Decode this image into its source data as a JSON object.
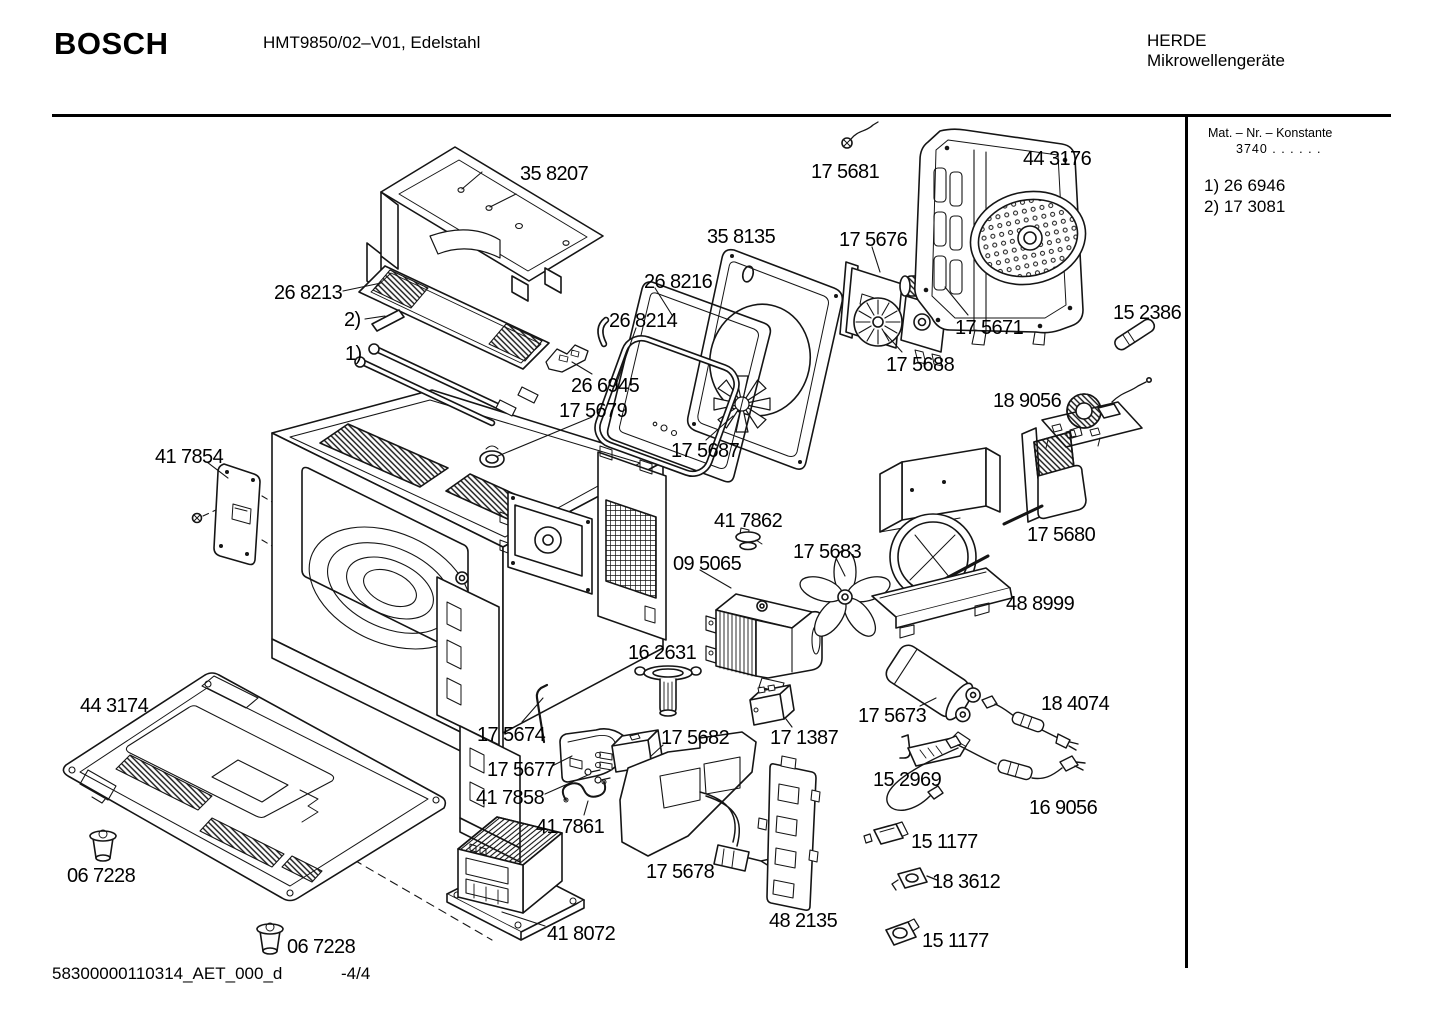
{
  "header": {
    "brand": "BOSCH",
    "model_title": "HMT9850/02–V01, Edelstahl",
    "category": "HERDE",
    "category_line2": "Mikrowellengeräte"
  },
  "info_panel": {
    "title": "Mat. – Nr. – Konstante",
    "constant_value": "3740 . .   . . . .",
    "footnotes": [
      "1) 26 6946",
      "2) 17 3081"
    ]
  },
  "footer": {
    "document_id": "58300000110314_AET_000_d",
    "page_indicator": "-4/4"
  },
  "diagram": {
    "labels": [
      "35 8207",
      "17 5681",
      "44 3176",
      "35 8135",
      "17 5676",
      "26 8216",
      "26 8213",
      "2)",
      "26 8214",
      "15 2386",
      "17 5671",
      "1)",
      "17 5688",
      "26 6945",
      "17 5679",
      "18 9056",
      "17 5687",
      "41 7854",
      "41 7862",
      "17 5680",
      "17 5683",
      "09 5065",
      "48 8999",
      "16 2631",
      "44 3174",
      "18 4074",
      "17 5673",
      "17 5674",
      "17 5682",
      "17 1387",
      "17 5677",
      "15 2969",
      "41 7858",
      "16 9056",
      "41 7861",
      "15 1177",
      "17 5678",
      "18 3612",
      "06 7228",
      "48 2135",
      "15 1177",
      "06 7228",
      "41 8072"
    ]
  }
}
